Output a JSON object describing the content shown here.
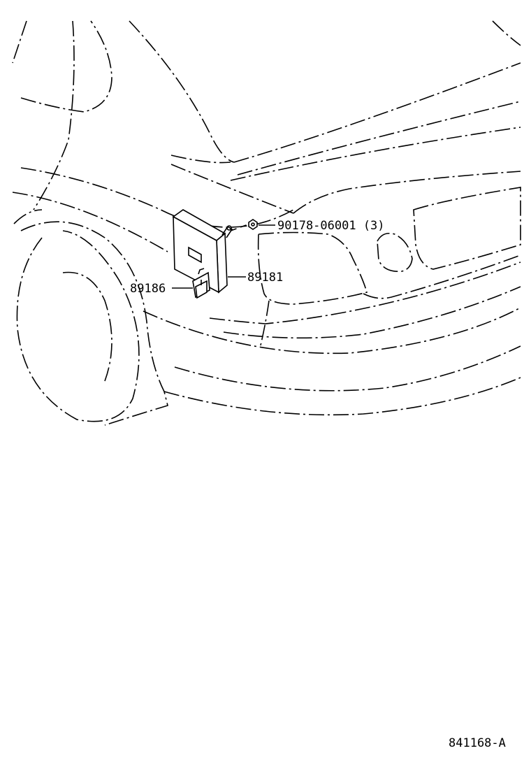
{
  "diagram": {
    "callouts": {
      "clip": "90178-06001 (3)",
      "ecu": "89181",
      "connector": "89186"
    },
    "figure_id": "841168-A"
  }
}
